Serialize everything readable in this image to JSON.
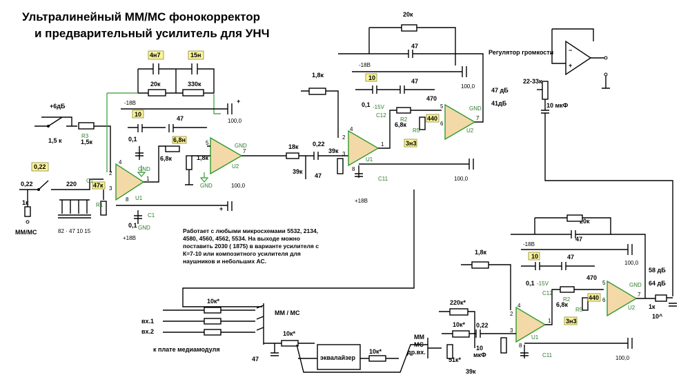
{
  "title": {
    "line1": "Ультралинейный ММ/МС фонокорректор",
    "line2": "и предварительный усилитель для  УНЧ"
  },
  "note": "Работает с любыми микросхемами 5532, 2134, 4580, 4560, 4562, 5534. На выходе можно поставить 2030 ( 1875) в варианте усилителя с К=7-10 или композитного усилителя для наушников и небольших АС.",
  "stage1": {
    "gain_label": "+6дБ",
    "r_in1": "1,5 к",
    "r_p3": "R3",
    "r_p3_val": "1,5к",
    "c_in": "0,22",
    "c_in_badge": "0,22",
    "r_220": "220",
    "r_1k": "1к",
    "mm_mc": "MM/MC",
    "caps_values": "82 · 47  10     15",
    "c1": "C1",
    "r47k": "47к",
    "r1": "R1",
    "b4n7": "4н7",
    "b15n": "15н",
    "r20k": "20к",
    "r330k": "330к",
    "c10": "10",
    "c47": "47",
    "b6n8": "6,8н",
    "r6k8": "6,8к",
    "r1k8": "1,8к",
    "c01a": "0,1",
    "c01b": "0,1",
    "gnd": "GND",
    "gnd2": "GND",
    "gnd3": "GND",
    "gnd4": "GND",
    "u1": "U1",
    "u2": "U2",
    "c100a": "100,0",
    "c100b": "100,0",
    "neg18": "-18В",
    "pos18": "+18В",
    "ci": "C1",
    "pin4": "4",
    "pin2": "2",
    "pin3": "3",
    "pin1": "1",
    "pin8": "8",
    "pin5": "5",
    "pin7": "7",
    "plus1": "+",
    "plus2": "+"
  },
  "interstage": {
    "r18k": "18к",
    "c022": "0,22",
    "r39k_a": "39к",
    "r39k_b": "39к",
    "c47": "47"
  },
  "stage2": {
    "r20k": "20к",
    "c47top": "47",
    "r1k8": "1,8к",
    "neg18": "-18В",
    "c10": "10",
    "c47": "47",
    "r470": "470",
    "c01": "0,1",
    "m15v": "-15V",
    "c12": "C12",
    "r2": "R2",
    "r6k8": "6,8к",
    "r5": "R5",
    "b440": "440",
    "b3n3": "3н3",
    "c11": "C11",
    "u1": "U1",
    "u2": "U2",
    "gnd": "GND",
    "c100a": "100,0",
    "c100b": "100,0",
    "pos18": "+18В",
    "gain1": "47 дБ",
    "gain2": "41дБ",
    "pin5": "5",
    "pin6": "6",
    "pin7": "7",
    "pin4": "4",
    "pin2": "2",
    "pin3": "3",
    "pin1": "1",
    "pin8": "8"
  },
  "volume": {
    "label": "Регулятор громкости",
    "pot": "22-33к",
    "cap": "10 мкФ"
  },
  "stage3": {
    "r20k": "20к",
    "c47top": "47",
    "r1k8": "1,8к",
    "neg18": "-18В",
    "c10": "10",
    "c47": "47",
    "r470": "470",
    "c01": "0,1",
    "m15v": "-15V",
    "c12": "C12",
    "r2": "R2",
    "r6k8": "6,8к",
    "r5": "R5",
    "b440": "440",
    "b3n3": "3н3",
    "c11": "C11",
    "u1": "U1",
    "u2": "U2",
    "gnd": "GND",
    "c100a": "100,0",
    "c100b": "100,0",
    "gain1": "58 дБ",
    "gain2": "64 дБ",
    "r1k": "1к",
    "c10u": "10^",
    "r220k": "220к*",
    "r10k": "10к*",
    "c022": "0,22",
    "r10": "10",
    "mkf": "мкФ",
    "r51k": "51к*",
    "r39k": "39к",
    "pin5": "5",
    "pin6": "6",
    "pin7": "7",
    "pin4": "4",
    "pin2": "2",
    "pin3": "3",
    "pin1": "1",
    "pin8": "8"
  },
  "inputs": {
    "r10k": "10к*",
    "mm_mc": "MM / MC",
    "in1": "вх.1",
    "in2": "вх.2",
    "media": "к плате медиамодуля",
    "r10k_b": "10к*",
    "c47": "47",
    "eq": "эквалайзер",
    "r10k_c": "10к*",
    "mm": "MM",
    "mc": "MC",
    "drvh": "др.вх."
  }
}
